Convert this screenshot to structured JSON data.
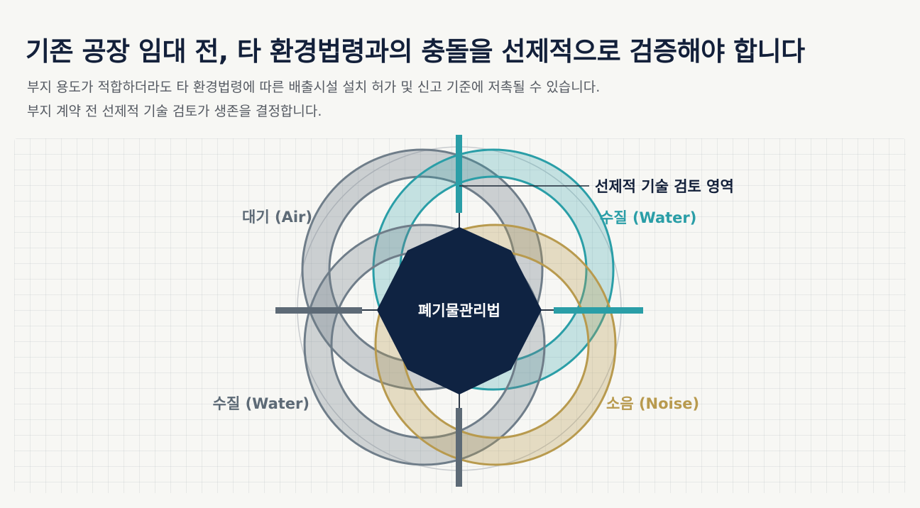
{
  "header": {
    "title": "기존 공장 임대 전, 타 환경법령과의 충돌을 선제적으로 검증해야 합니다",
    "subtitle_line1": "부지 용도가 적합하더라도 타 환경법령에 따른 배출시설 설치 허가 및 신고 기준에 저촉될 수 있습니다.",
    "subtitle_line2": "부지 계약 전 선제적 기술 검토가 생존을 결정합니다."
  },
  "diagram": {
    "center_label": "폐기물관리법",
    "callout_label": "선제적 기술 검토 영역",
    "rings": [
      {
        "label": "대기 (Air)",
        "color": "#6f7d89"
      },
      {
        "label": "수질 (Water)",
        "color": "#2a9ea7"
      },
      {
        "label": "수질 (Water)",
        "color": "#6f7d89"
      },
      {
        "label": "소음 (Noise)",
        "color": "#b89a4e"
      }
    ],
    "colors": {
      "navy": "#0f2342",
      "teal": "#2a9ea7",
      "slate": "#6f7d89",
      "gold": "#b89a4e"
    }
  }
}
